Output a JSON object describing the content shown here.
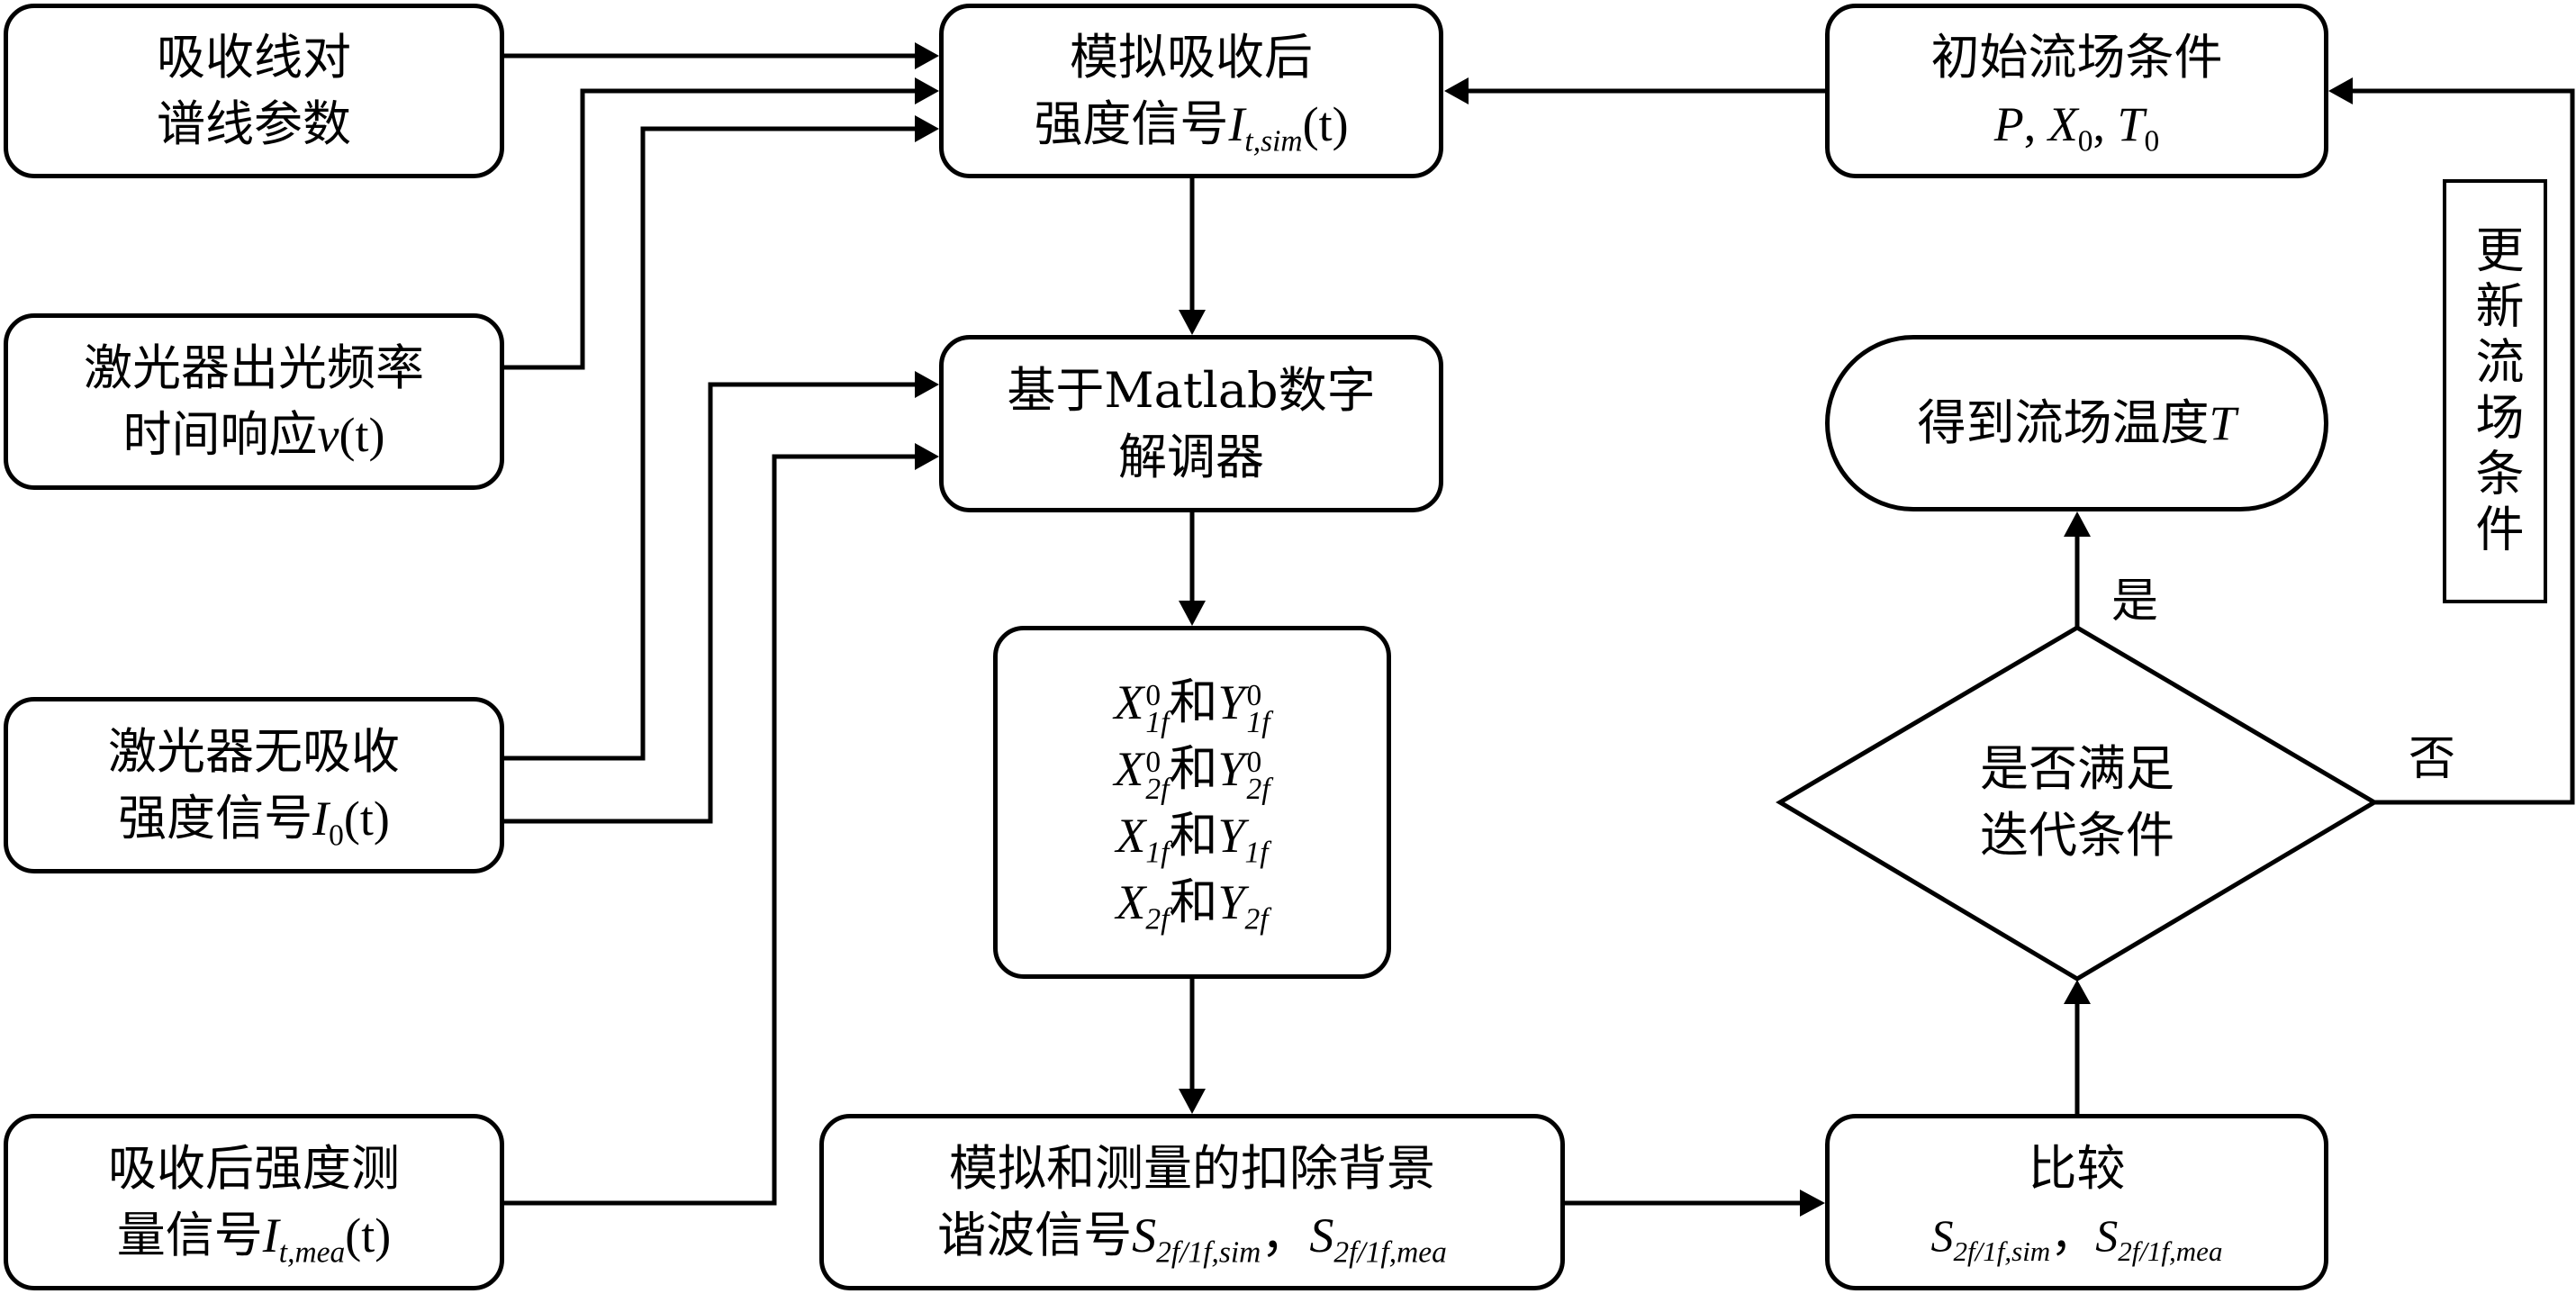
{
  "nodes": {
    "absorption_params": {
      "line1": "吸收线对",
      "line2": "谱线参数"
    },
    "laser_freq_response": {
      "line1": "激光器出光频率",
      "line2_text": "时间响应",
      "line2_math": "v",
      "line2_arg": "(t)"
    },
    "laser_no_absorption": {
      "line1": "激光器无吸收",
      "line2_text": "强度信号",
      "line2_math": "I",
      "line2_sub": "0",
      "line2_arg": "(t)"
    },
    "measured_signal": {
      "line1": "吸收后强度测",
      "line2_text": "量信号",
      "line2_math": "I",
      "line2_sub": "t,mea",
      "line2_arg": "(t)"
    },
    "simulated_signal": {
      "line1": "模拟吸收后",
      "line2_text": "强度信号",
      "line2_math": "I",
      "line2_sub": "t,sim",
      "line2_arg": "(t)"
    },
    "demodulator": {
      "line1": "基于Matlab数字",
      "line2": "解调器"
    },
    "harmonics": {
      "rows": [
        {
          "x": "X",
          "sup": "0",
          "sub": "1f",
          "joiner": "和",
          "y": "Y"
        },
        {
          "x": "X",
          "sup": "0",
          "sub": "2f",
          "joiner": "和",
          "y": "Y"
        },
        {
          "x": "X",
          "sup": "",
          "sub": "1f",
          "joiner": "和",
          "y": "Y"
        },
        {
          "x": "X",
          "sup": "",
          "sub": "2f",
          "joiner": "和",
          "y": "Y"
        }
      ]
    },
    "background_subtracted": {
      "line1": "模拟和测量的扣除背景",
      "line2_text": "谐波信号",
      "sym": "S",
      "sub_sim": "2f/1f,sim",
      "sep": "，",
      "sub_mea": "2f/1f,mea"
    },
    "compare": {
      "line1": "比较",
      "sym": "S",
      "sub_sim": "2f/1f,sim",
      "sep": "，",
      "sub_mea": "2f/1f,mea"
    },
    "initial_conditions": {
      "line1": "初始流场条件",
      "p": "P",
      "x": "X",
      "x_sub": "0",
      "t": "T",
      "t_sub": "0",
      "sep": ", "
    },
    "result": {
      "text": "得到流场温度",
      "math": "T"
    },
    "decision": {
      "line1": "是否满足",
      "line2": "迭代条件"
    },
    "update": {
      "text": "更新流场条件"
    }
  },
  "edge_labels": {
    "yes": "是",
    "no": "否"
  }
}
